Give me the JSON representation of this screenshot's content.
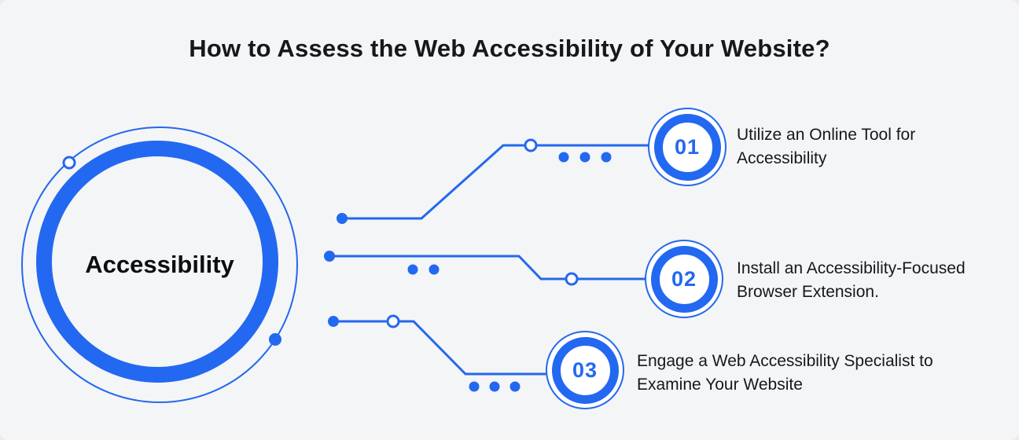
{
  "title": "How to Assess the Web Accessibility of Your Website?",
  "center": {
    "label": "Accessibility"
  },
  "steps": [
    {
      "number": "01",
      "text": "Utilize an Online Tool for Accessibility"
    },
    {
      "number": "02",
      "text": "Install an Accessibility-Focused Browser Extension."
    },
    {
      "number": "03",
      "text": "Engage a Web Accessibility Specialist to Examine Your Website"
    }
  ],
  "colors": {
    "accent": "#2368F0",
    "background": "#F4F5F6",
    "text": "#15181D"
  }
}
